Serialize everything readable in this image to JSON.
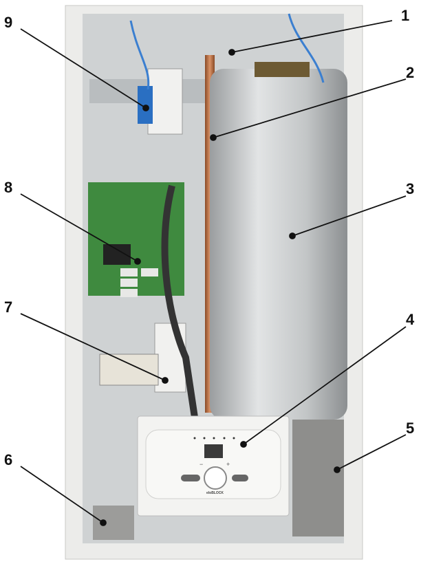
{
  "callouts": [
    {
      "number": "1"
    },
    {
      "number": "2"
    },
    {
      "number": "3"
    },
    {
      "number": "4"
    },
    {
      "number": "5"
    },
    {
      "number": "6"
    },
    {
      "number": "7"
    },
    {
      "number": "8"
    },
    {
      "number": "9"
    }
  ],
  "control_panel": {
    "minus": "−",
    "plus": "+",
    "logo": "eloBLOCK"
  },
  "colors": {
    "frame": "#e9e9e6",
    "panel": "#c9cccc",
    "cylinder": "#b9bcbd",
    "pcb": "#3f8a3f",
    "copper": "#b46a3c",
    "leader": "#111111"
  }
}
